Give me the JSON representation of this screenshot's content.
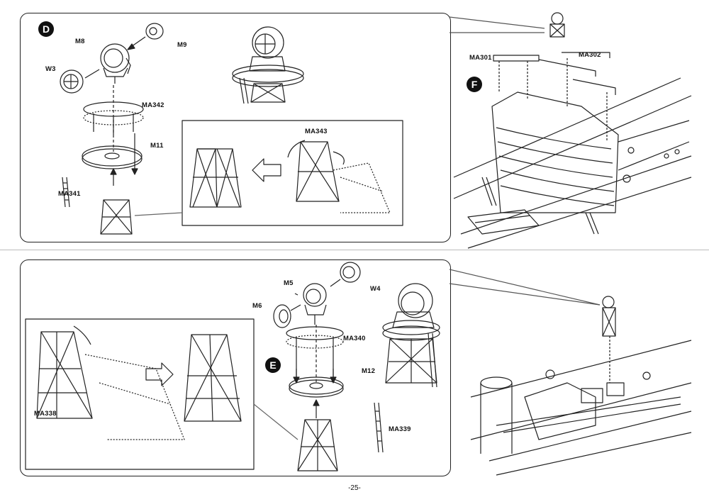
{
  "page": {
    "number": "-25-"
  },
  "steps": {
    "d": {
      "badge": "D",
      "parts": {
        "m8": "M8",
        "m9": "M9",
        "w3": "W3",
        "ma342": "MA342",
        "m11": "M11",
        "ma341": "MA341",
        "ma343": "MA343"
      }
    },
    "f": {
      "badge": "F",
      "parts": {
        "ma301": "MA301",
        "ma302": "MA302"
      }
    },
    "e": {
      "badge": "E",
      "parts": {
        "m5": "M5",
        "w4": "W4",
        "m6": "M6",
        "ma340": "MA340",
        "m12": "M12",
        "ma338": "MA338",
        "ma339": "MA339"
      }
    }
  }
}
